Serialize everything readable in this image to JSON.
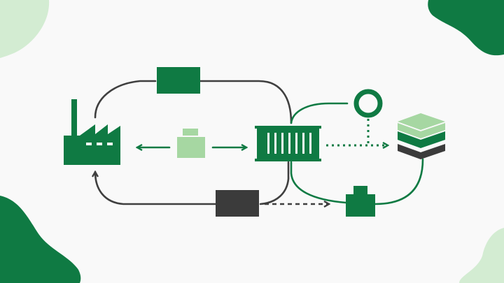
{
  "colors": {
    "background": "#f9f9f9",
    "dark_green": "#0f7a43",
    "light_green": "#a6d7a2",
    "pale_green": "#d3ecd2",
    "charcoal": "#3b3b3b",
    "line_dark": "#3f3f3f"
  },
  "nodes": [
    {
      "id": "factory",
      "icon": "factory-icon",
      "color": "dark_green"
    },
    {
      "id": "parcel",
      "icon": "parcel-icon",
      "color": "light_green"
    },
    {
      "id": "top-block",
      "icon": "block-icon",
      "color": "dark_green"
    },
    {
      "id": "container",
      "icon": "shipping-container-icon",
      "color": "dark_green"
    },
    {
      "id": "location",
      "icon": "ring-marker-icon",
      "color": "dark_green"
    },
    {
      "id": "stack",
      "icon": "layer-stack-icon",
      "color": "light_green"
    },
    {
      "id": "bottom-block",
      "icon": "block-icon",
      "color": "charcoal"
    },
    {
      "id": "jar",
      "icon": "jar-icon",
      "color": "dark_green"
    }
  ],
  "edges": [
    {
      "from": "container",
      "to": "factory",
      "style": "solid",
      "color": "line_dark",
      "via": "top-block"
    },
    {
      "from": "parcel",
      "to": "factory",
      "style": "solid-arrow",
      "color": "dark_green"
    },
    {
      "from": "parcel",
      "to": "container",
      "style": "solid-arrow",
      "color": "dark_green"
    },
    {
      "from": "container",
      "to": "location",
      "style": "solid",
      "color": "dark_green"
    },
    {
      "from": "container",
      "to": "stack",
      "style": "dotted-arrow",
      "color": "dark_green"
    },
    {
      "from": "location",
      "to": "stack",
      "style": "dotted",
      "color": "dark_green"
    },
    {
      "from": "container",
      "to": "factory",
      "style": "solid-arrow",
      "color": "line_dark",
      "via": "bottom-block"
    },
    {
      "from": "bottom-block",
      "to": "jar",
      "style": "dashed-arrow",
      "color": "line_dark"
    },
    {
      "from": "container",
      "to": "jar",
      "style": "solid",
      "color": "dark_green"
    },
    {
      "from": "jar",
      "to": "stack",
      "style": "solid",
      "color": "dark_green"
    }
  ]
}
